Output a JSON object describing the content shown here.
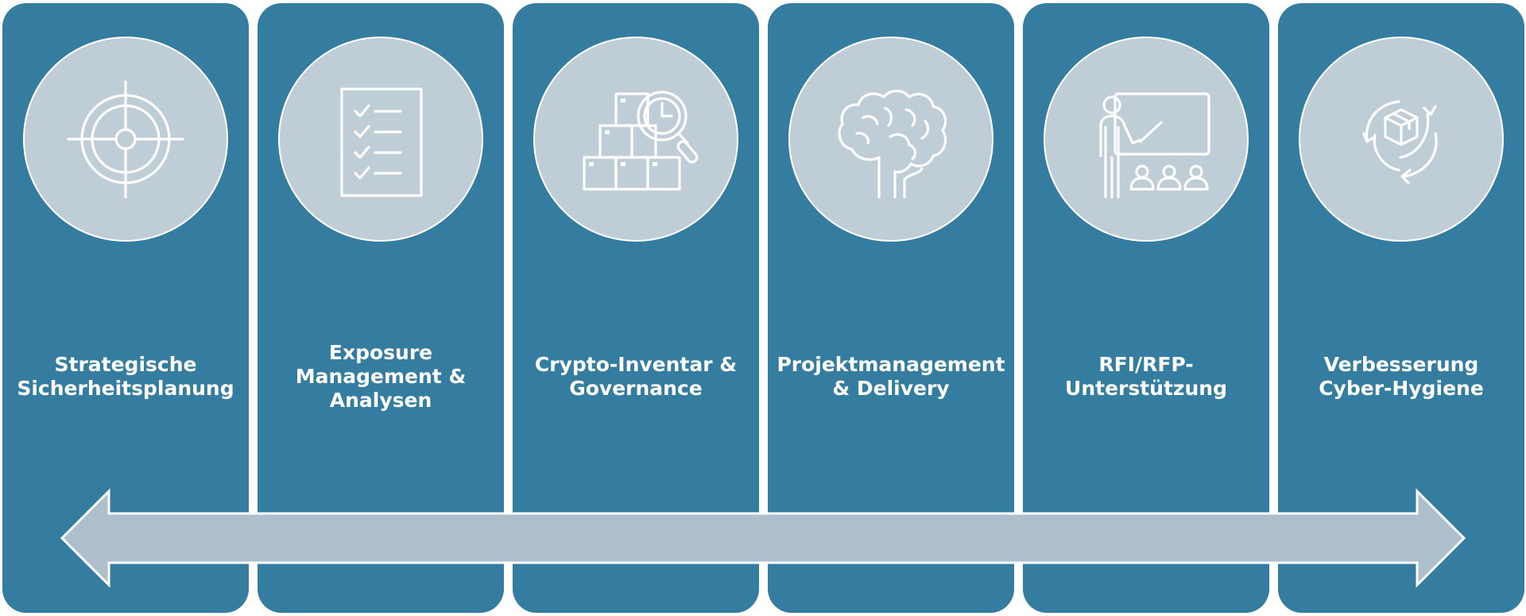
{
  "columns": [
    {
      "label": "Strategische\nSicherheitsplanung",
      "icon": "target-icon"
    },
    {
      "label": "Exposure\nManagement &\nAnalysen",
      "icon": "checklist-icon"
    },
    {
      "label": "Crypto-Inventar &\nGovernance",
      "icon": "inventory-search-icon"
    },
    {
      "label": "Projektmanagement\n& Delivery",
      "icon": "brain-icon"
    },
    {
      "label": "RFI/RFP-\nUnterstützung",
      "icon": "presentation-icon"
    },
    {
      "label": "Verbesserung\nCyber-Hygiene",
      "icon": "cycle-box-icon"
    }
  ],
  "colors": {
    "column": "#347da0",
    "circle": "#bfcdd7",
    "arrow": "#adbfcd",
    "text": "#ffffff"
  }
}
